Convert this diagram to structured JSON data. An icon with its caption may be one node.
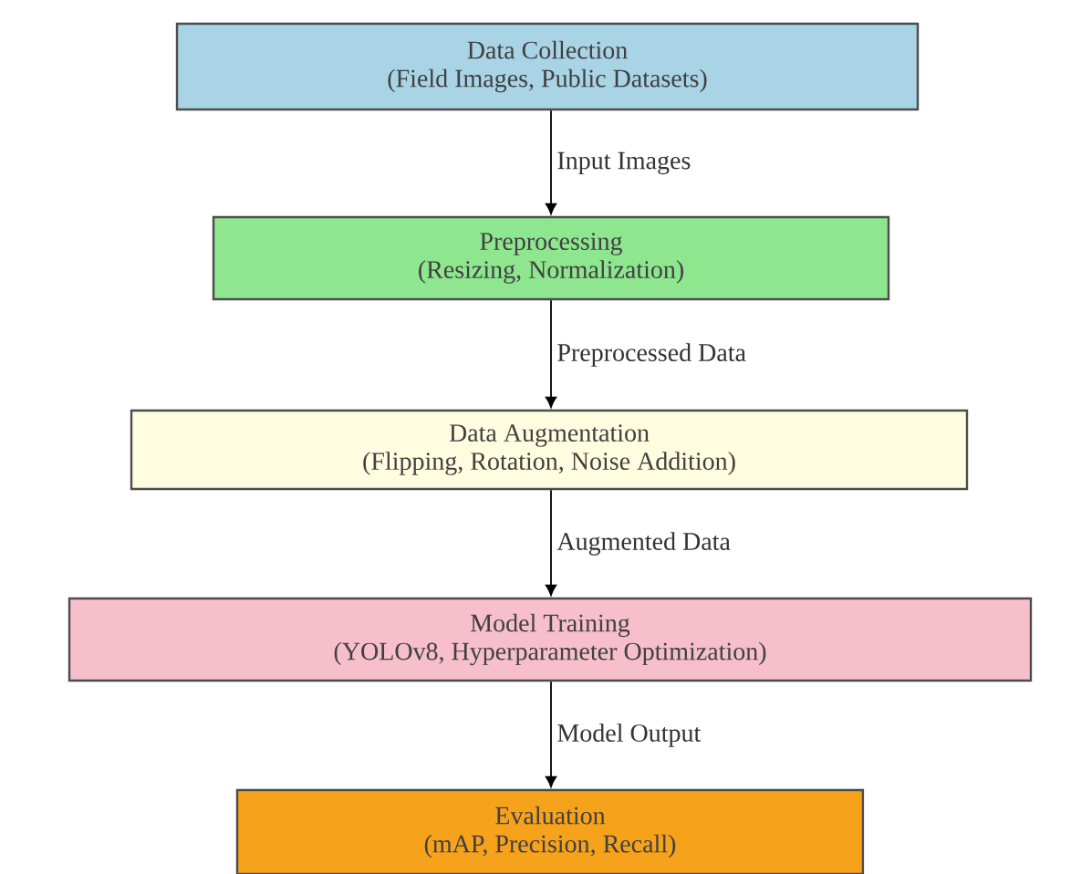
{
  "diagram": {
    "nodes": [
      {
        "text": [
          "Data Collection",
          "(Field Images, Public Datasets)"
        ]
      },
      {
        "text": [
          "Preprocessing",
          "(Resizing, Normalization)"
        ]
      },
      {
        "text": [
          "Data Augmentation",
          "(Flipping, Rotation, Noise Addition)"
        ]
      },
      {
        "text": [
          "Model Training",
          "(YOLOv8, Hyperparameter Optimization)"
        ]
      },
      {
        "text": [
          "Evaluation",
          "(mAP, Precision, Recall)"
        ]
      }
    ],
    "edges": [
      {
        "from": 0,
        "to": 1,
        "arrow": "to",
        "label": "Input Images"
      },
      {
        "from": 1,
        "to": 2,
        "arrow": "to",
        "label": "Preprocessed Data"
      },
      {
        "from": 2,
        "to": 3,
        "arrow": "to",
        "label": "Augmented Data"
      },
      {
        "from": 3,
        "to": 4,
        "arrow": "to",
        "label": "Model Output"
      }
    ]
  }
}
